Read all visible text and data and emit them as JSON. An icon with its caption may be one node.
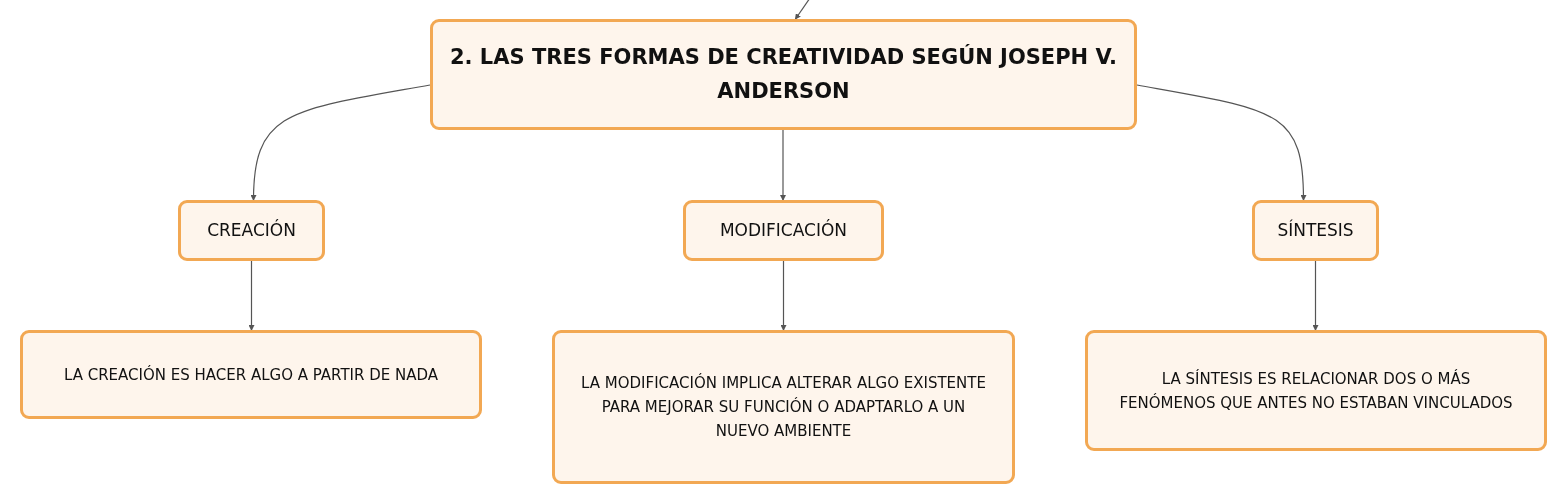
{
  "diagram": {
    "nodes": [
      {
        "text": [
          "2. LAS TRES FORMAS DE CREATIVIDAD SEGÚN JOSEPH V. ANDERSON"
        ]
      },
      {
        "text": [
          "CREACIÓN"
        ]
      },
      {
        "text": [
          "MODIFICACIÓN"
        ]
      },
      {
        "text": [
          "SÍNTESIS"
        ]
      },
      {
        "text": [
          "LA CREACIÓN ES HACER ALGO A PARTIR DE NADA"
        ]
      },
      {
        "text": [
          "LA MODIFICACIÓN IMPLICA ALTERAR ALGO EXISTENTE PARA MEJORAR SU FUNCIÓN O ADAPTARLO A UN NUEVO AMBIENTE"
        ]
      },
      {
        "text": [
          "LA SÍNTESIS ES RELACIONAR DOS O MÁS FENÓMENOS QUE ANTES NO ESTABAN VINCULADOS"
        ]
      }
    ],
    "edges": [
      {
        "from": null,
        "to": 0,
        "arrow": "to"
      },
      {
        "from": 0,
        "to": 1,
        "arrow": "to"
      },
      {
        "from": 0,
        "to": 2,
        "arrow": "to"
      },
      {
        "from": 0,
        "to": 3,
        "arrow": "to"
      },
      {
        "from": 1,
        "to": 4,
        "arrow": "to"
      },
      {
        "from": 2,
        "to": 5,
        "arrow": "to"
      },
      {
        "from": 3,
        "to": 6,
        "arrow": "to"
      }
    ]
  }
}
